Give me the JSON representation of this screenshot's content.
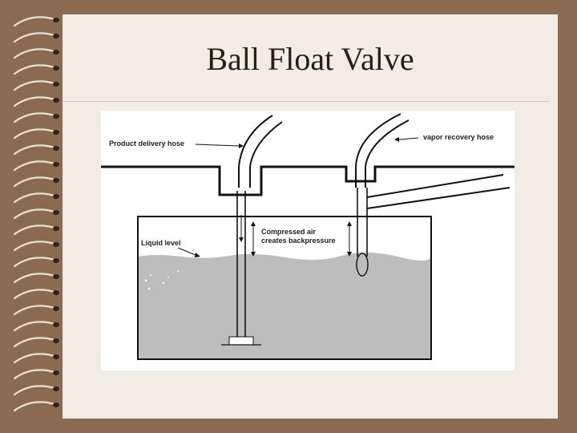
{
  "slide": {
    "title": "Ball Float Valve"
  },
  "diagram": {
    "labels": {
      "product_delivery_hose": "Product delivery hose",
      "vapor_recovery_hose": "vapor recovery hose",
      "compressed_air_line1": "Compressed air",
      "compressed_air_line2": "creates backpressure",
      "liquid_level": "Liquid level"
    },
    "colors": {
      "liquid": "#bdbdbd",
      "line": "#111111",
      "background": "#ffffff"
    }
  }
}
